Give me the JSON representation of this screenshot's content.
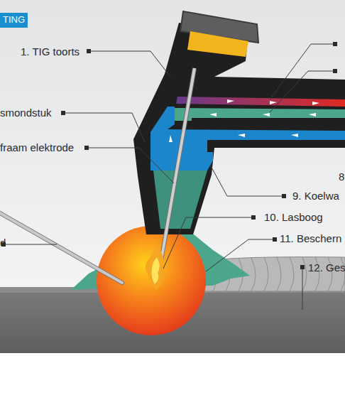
{
  "diagram": {
    "nodes": [
      {
        "text": [
          "TING"
        ]
      }
    ],
    "labels": [
      "1. TIG toorts",
      "smondstuk",
      "fraam elektrode",
      "8",
      "9. Koelwa",
      "10. Lasboog",
      "11. Beschern",
      "d",
      "12. Ges"
    ]
  }
}
